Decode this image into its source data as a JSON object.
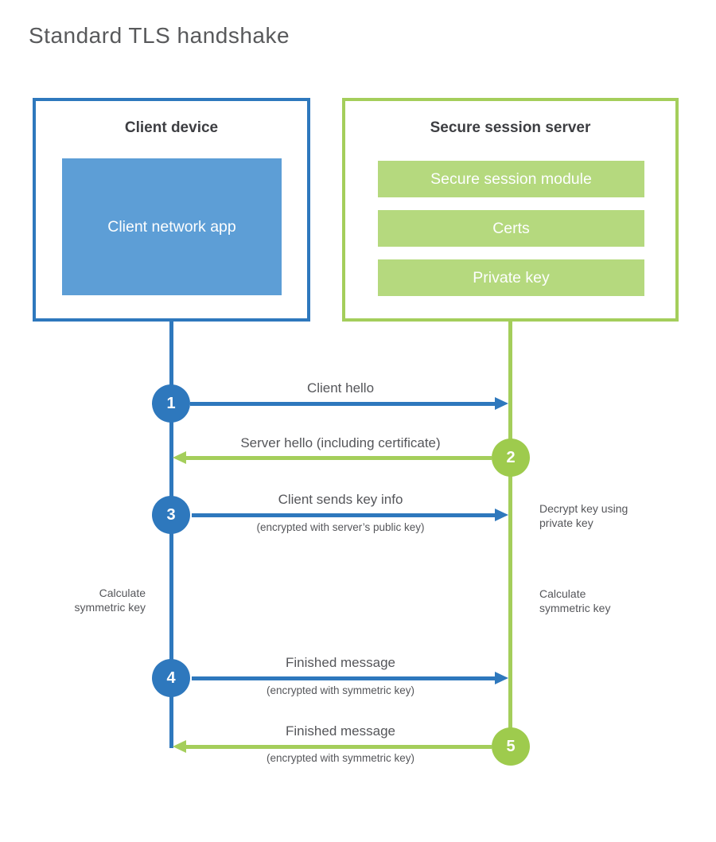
{
  "title": "Standard TLS handshake",
  "colors": {
    "blue": "#2e78bd",
    "blue_fill": "#5d9ed6",
    "green": "#a4ce5b",
    "green_circle": "#9ecb4d",
    "green_fill": "#b5d97e",
    "heading": "#58595b",
    "label": "#55565a"
  },
  "client": {
    "title": "Client device",
    "app": "Client network app"
  },
  "server": {
    "title": "Secure session server",
    "modules": [
      "Secure session module",
      "Certs",
      "Private key"
    ]
  },
  "steps": [
    {
      "num": "1",
      "label": "Client hello",
      "sub": "",
      "direction": "right"
    },
    {
      "num": "2",
      "label": "Server hello (including certificate)",
      "sub": "",
      "direction": "left"
    },
    {
      "num": "3",
      "label": "Client sends key info",
      "sub": "(encrypted with server’s public key)",
      "direction": "right"
    },
    {
      "num": "4",
      "label": "Finished message",
      "sub": "(encrypted with symmetric key)",
      "direction": "right"
    },
    {
      "num": "5",
      "label": "Finished message",
      "sub": "(encrypted with symmetric key)",
      "direction": "left"
    }
  ],
  "annotations": {
    "decrypt": "Decrypt key using private key",
    "calc_left": "Calculate symmetric key",
    "calc_right": "Calculate symmetric key"
  }
}
